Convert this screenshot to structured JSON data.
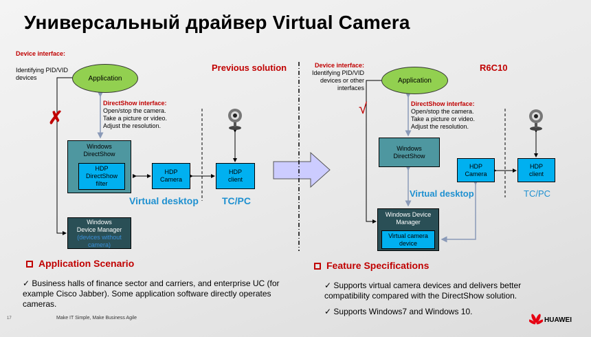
{
  "title": "Универсальный драйвер Virtual Camera",
  "left": {
    "heading": "Previous solution",
    "device_interface_label": "Device interface:",
    "device_interface_text": [
      "Identifying PID/VID",
      "devices"
    ],
    "application": "Application",
    "directshow_label": "DirectShow interface:",
    "directshow_lines": [
      "Open/stop the camera.",
      "Take a picture or video.",
      "Adjust the resolution."
    ],
    "windows_directshow": [
      "Windows",
      "DirectShow"
    ],
    "hdp_filter": [
      "HDP",
      "DirectShow",
      "filter"
    ],
    "hdp_camera": [
      "HDP",
      "Camera"
    ],
    "hdp_client": [
      "HDP",
      "client"
    ],
    "virtual_desktop": "Virtual desktop",
    "tcpc": "TC/PC",
    "device_manager": [
      "Windows",
      "Device Manager"
    ],
    "device_manager_note": [
      "(devices without",
      "camera)"
    ],
    "mark": "✗"
  },
  "right": {
    "heading": "R6C10",
    "device_interface_label": "Device interface:",
    "device_interface_text": [
      "Identifying PID/VID",
      "devices or other",
      "interfaces"
    ],
    "application": "Application",
    "directshow_label": "DirectShow interface:",
    "directshow_lines": [
      "Open/stop the camera.",
      "Take a picture or video.",
      "Adjust the resolution."
    ],
    "windows_directshow": [
      "Windows",
      "DirectShow"
    ],
    "hdp_camera": [
      "HDP",
      "Camera"
    ],
    "hdp_client": [
      "HDP",
      "client"
    ],
    "virtual_desktop": "Virtual desktop",
    "tcpc": "TC/PC",
    "device_manager": [
      "Windows Device",
      "Manager"
    ],
    "virtual_camera_device": [
      "Virtual camera",
      "device"
    ],
    "mark": "√"
  },
  "scenario": {
    "heading": "Application Scenario",
    "bullets": [
      "✓ Business halls of finance sector and carriers, and enterprise UC (for example Cisco Jabber). Some application software directly operates cameras."
    ]
  },
  "features": {
    "heading": "Feature Specifications",
    "bullets": [
      "✓ Supports virtual camera devices and delivers better compatibility compared with the DirectShow solution.",
      "✓ Supports Windows7 and Windows 10."
    ]
  },
  "footer": {
    "page": "17",
    "tagline": "Make IT Simple, Make Business Agile",
    "logo": "HUAWEI"
  },
  "colors": {
    "accent_red": "#c00000",
    "app_green": "#92d050",
    "hdp_blue": "#00b0f0",
    "teal": "#4e97a0",
    "dark": "#2a4f56",
    "link_blue": "#1e90d0"
  }
}
